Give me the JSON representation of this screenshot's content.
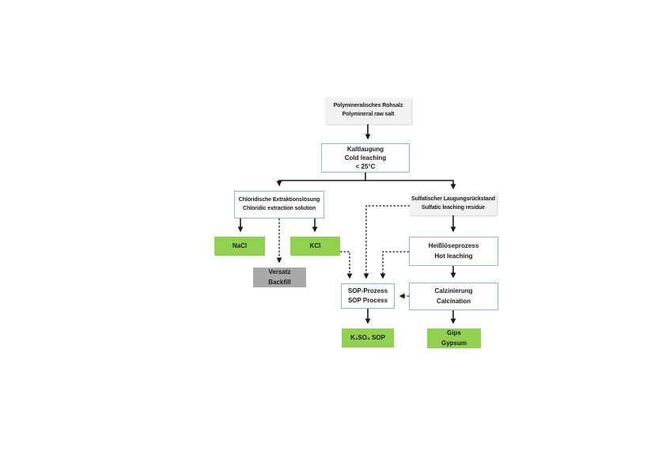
{
  "diagram": {
    "type": "flowchart",
    "colors": {
      "product_green": "#92d050",
      "intermediate_light_gray": "#f1f1f1",
      "backfill_gray": "#a9a9a9",
      "process_border_blue": "#95b3d7",
      "line_black": "#1a1a1a"
    },
    "boxes": {
      "raw_salt": {
        "lines": [
          "Polymineralisches Rohsalz",
          "Polymineral raw salt"
        ]
      },
      "cold_leaching": {
        "lines": [
          "Kaltlaugung",
          "Cold leaching",
          "< 25°C"
        ]
      },
      "chloridic_solution": {
        "lines": [
          "Chloridische Extraktionslösung",
          "Chloridic extraction solution"
        ]
      },
      "sulfatic_residue": {
        "lines": [
          "Sulfatischer Laugungsrückstand",
          "Sulfatic leaching residue"
        ]
      },
      "nacl": {
        "lines": [
          "NaCl"
        ]
      },
      "kcl": {
        "lines": [
          "KCl"
        ]
      },
      "backfill": {
        "lines": [
          "Versatz",
          "Backfill"
        ]
      },
      "hot_leaching": {
        "lines": [
          "Heißlöseprozess",
          "Hot leaching"
        ]
      },
      "sop_process": {
        "lines": [
          "SOP-Prozess",
          "SOP Process"
        ]
      },
      "calcination": {
        "lines": [
          "Calzinierung",
          "Calcination"
        ]
      },
      "k2so4_sop": {
        "lines": [
          "K₂SO₄ SOP"
        ]
      },
      "gypsum": {
        "lines": [
          "Gips",
          "Gypsum"
        ]
      }
    }
  }
}
